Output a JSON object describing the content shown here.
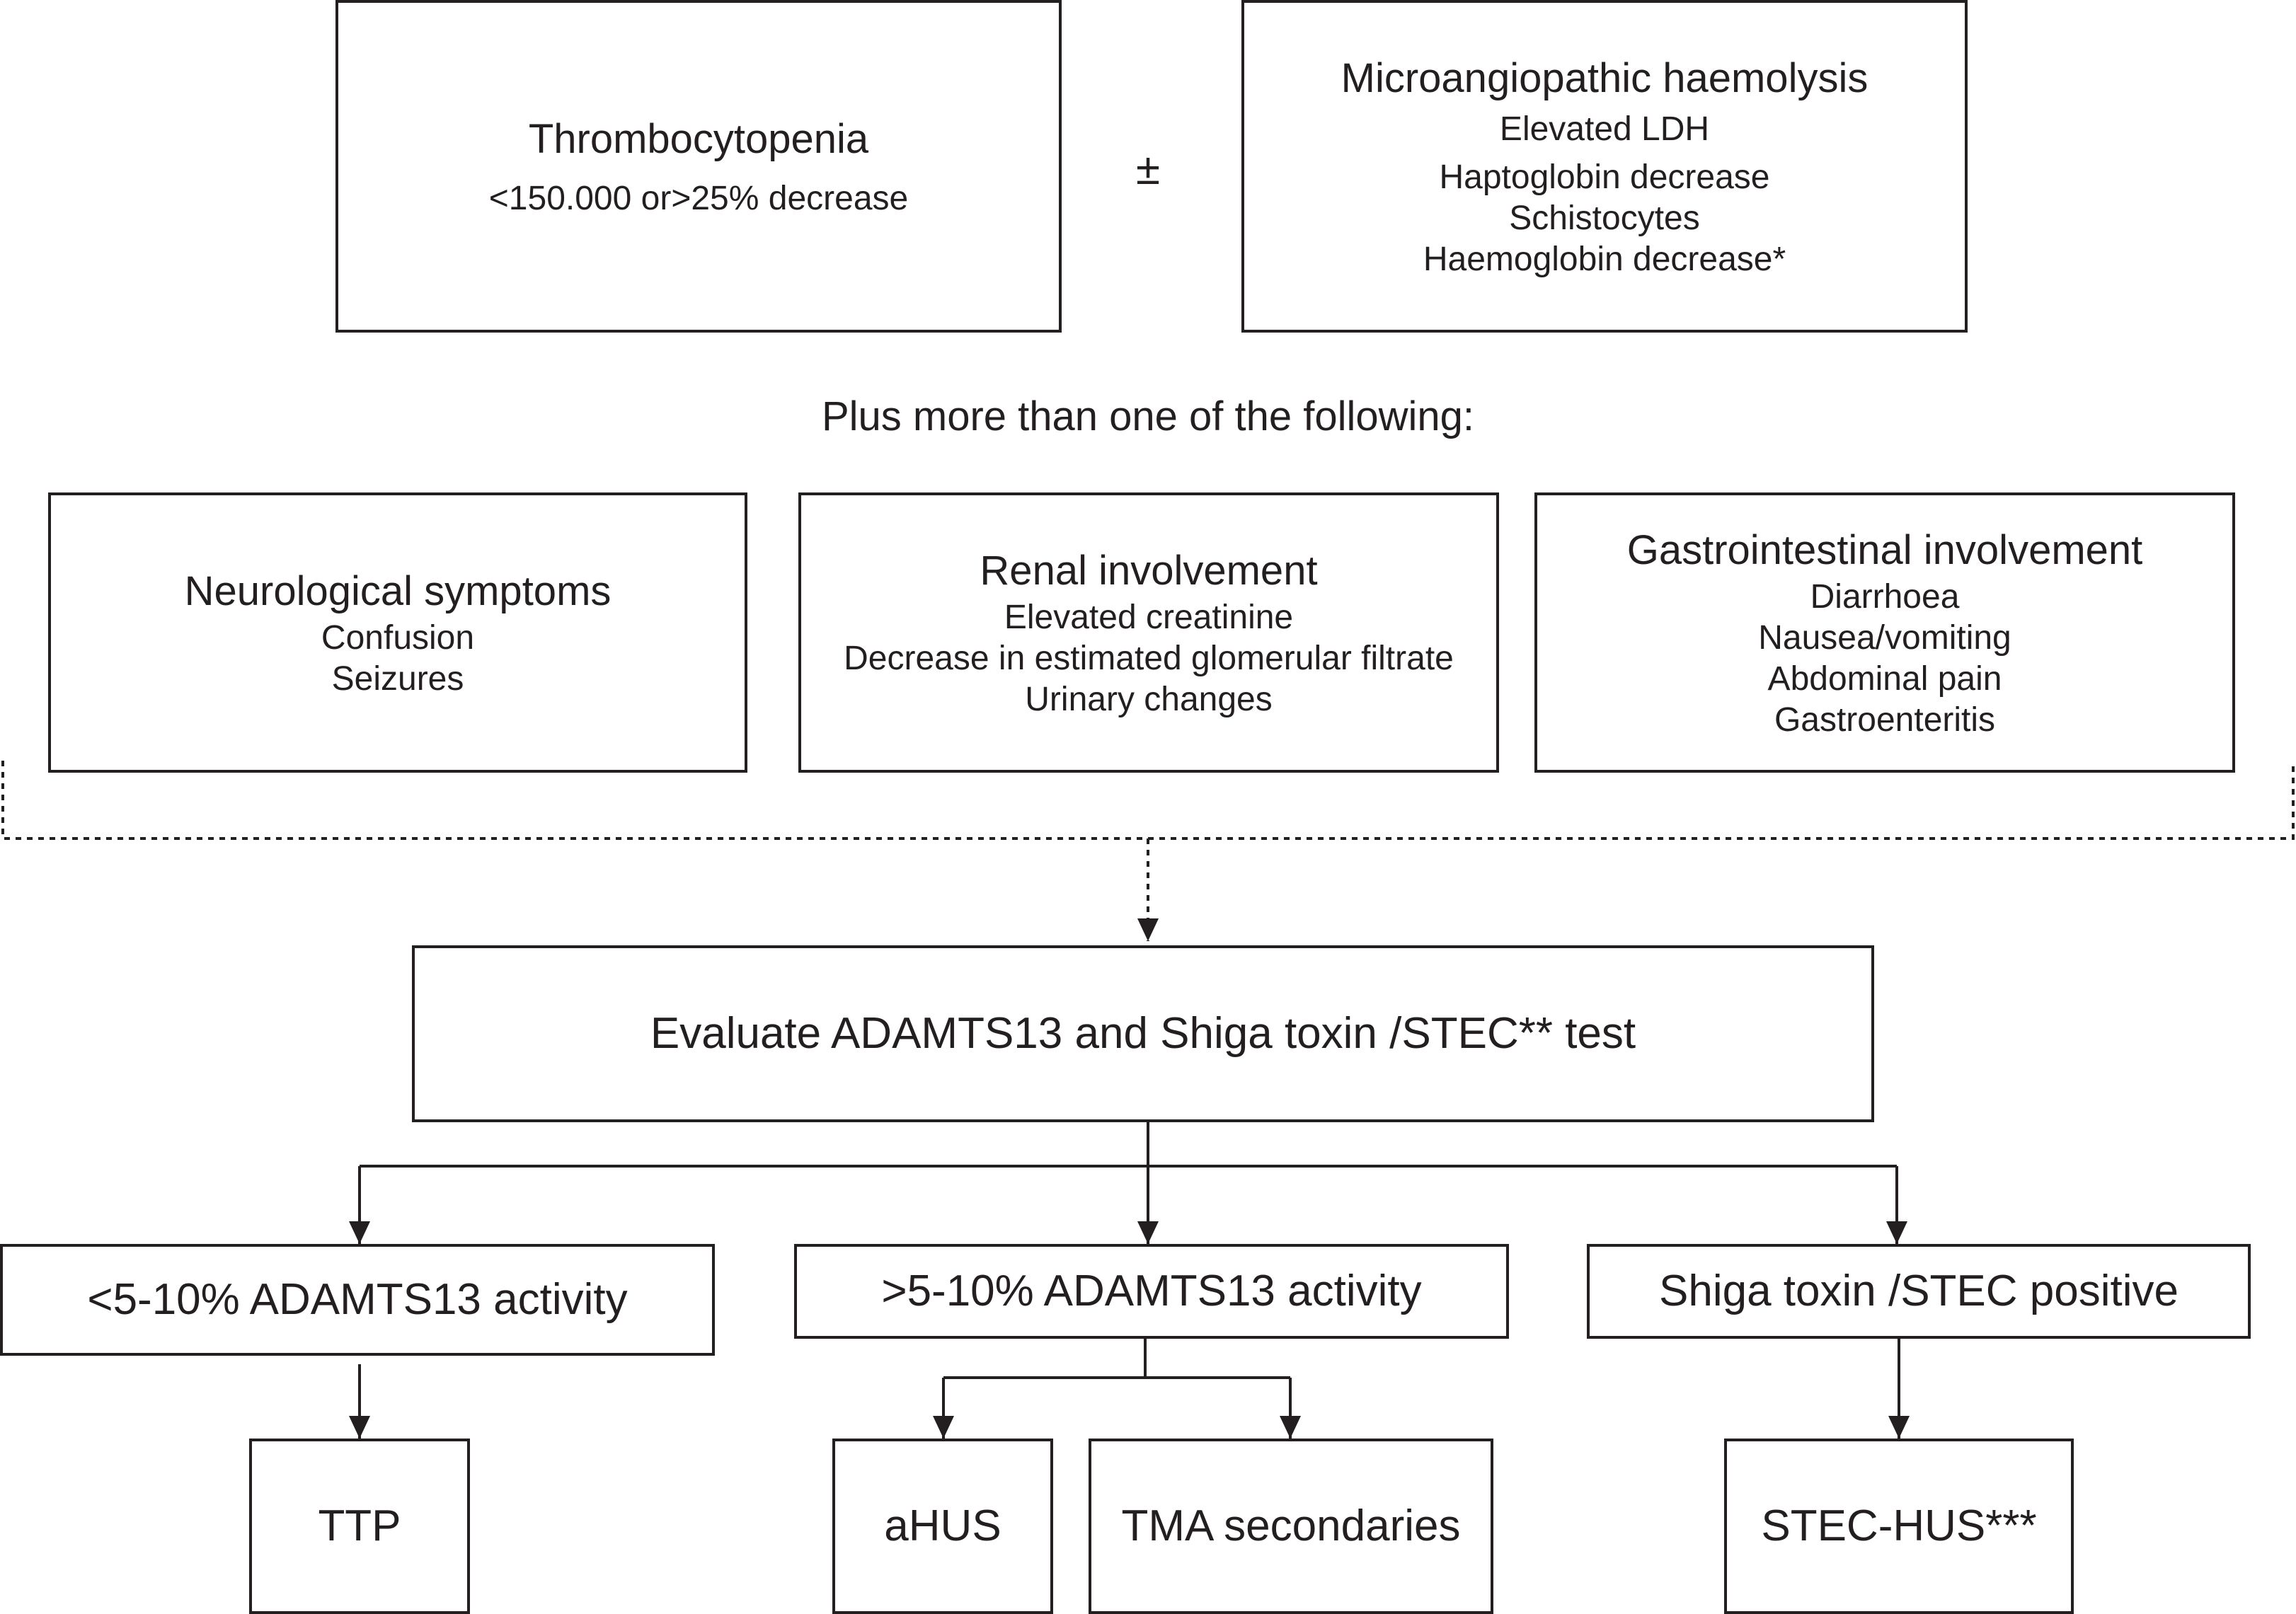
{
  "criteria": {
    "thrombocytopenia": {
      "title": "Thrombocytopenia",
      "detail": "<150.000 or>25% decrease"
    },
    "plus_minus": "±",
    "haemolysis": {
      "title": "Microangiopathic haemolysis",
      "items": [
        "Elevated LDH",
        "Haptoglobin decrease",
        "Schistocytes",
        "Haemoglobin decrease*"
      ]
    }
  },
  "following_label": "Plus more than one of the following:",
  "involvement": {
    "neurological": {
      "title": "Neurological symptoms",
      "items": [
        "Confusion",
        "Seizures"
      ]
    },
    "renal": {
      "title": "Renal involvement",
      "items": [
        "Elevated creatinine",
        "Decrease in estimated glomerular filtrate",
        "Urinary changes"
      ]
    },
    "gastrointestinal": {
      "title": "Gastrointestinal involvement",
      "items": [
        "Diarrhoea",
        "Nausea/vomiting",
        "Abdominal pain",
        "Gastroenteritis"
      ]
    }
  },
  "evaluate": "Evaluate ADAMTS13 and Shiga toxin /STEC** test",
  "results": {
    "low_activity": "<5-10% ADAMTS13 activity",
    "high_activity": ">5-10% ADAMTS13 activity",
    "shiga_positive": "Shiga toxin /STEC positive"
  },
  "diagnoses": {
    "ttp": "TTP",
    "ahus": "aHUS",
    "tma_secondaries": "TMA secondaries",
    "stec_hus": "STEC-HUS***"
  },
  "colors": {
    "stroke": "#231f20",
    "text": "#231f20",
    "background": "#ffffff"
  }
}
